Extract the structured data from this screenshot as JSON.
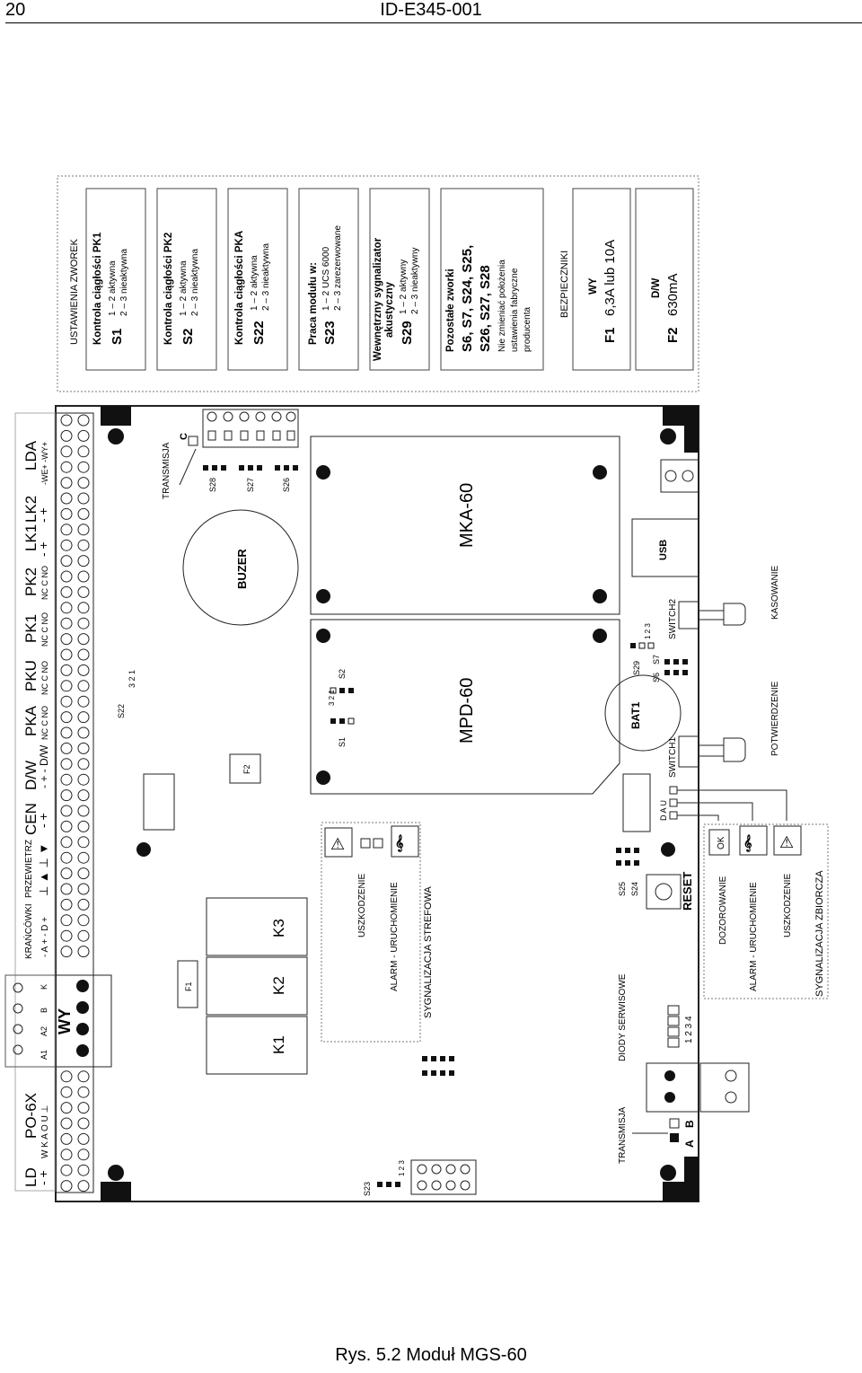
{
  "header": {
    "page_number": "20",
    "doc_id": "ID-E345-001"
  },
  "caption": "Rys. 5.2  Moduł MGS-60",
  "settings": {
    "title": "USTAWIENIA ZWOREK",
    "boxes": [
      {
        "heading": "Kontrola ciągłości PK1",
        "label": "S1",
        "l1": "1 – 2 aktywna",
        "l2": "2 – 3 nieaktywna"
      },
      {
        "heading": "Kontrola ciągłości PK2",
        "label": "S2",
        "l1": "1 – 2 aktywna",
        "l2": "2 – 3 nieaktywna"
      },
      {
        "heading": "Kontrola ciągłości PKA",
        "label": "S22",
        "l1": "1 – 2 aktywna",
        "l2": "2 – 3 nieaktywna"
      },
      {
        "heading": "Praca modułu w:",
        "label": "S23",
        "l1": "1 – 2 UCS 6000",
        "l2": "2 – 3 zarezerwowane"
      },
      {
        "heading": "Wewnętrzny sygnalizator",
        "heading2": "akustyczny",
        "label": "S29",
        "l1": "1 – 2 aktywny",
        "l2": "2 – 3 nieaktywny"
      },
      {
        "heading": "Pozostałe zworki",
        "label": "S6, S7, S24, S25,",
        "label2": "S26, S27, S28",
        "l1": "Nie zmieniać położenia",
        "l2": "ustawienia fabryczne",
        "l3": "producenta"
      }
    ],
    "fuses_title": "BEZPIECZNIKI",
    "fuses": [
      {
        "heading": "WY",
        "label": "F1",
        "value": "6,3A lub 10A"
      },
      {
        "heading": "D/W",
        "label": "F2",
        "value": "630mA"
      }
    ]
  },
  "board": {
    "terminal_groups": [
      "LD",
      "PO-6X",
      "KRAŃCÓWKI",
      "PRZEWIETRZ",
      "CEN",
      "D/W",
      "PKA",
      "PKU",
      "PK1",
      "PK2",
      "LK1",
      "LK2",
      "LDA"
    ],
    "pin_labels": {
      "ld": "- +",
      "po6x": "W K A O U ⊥",
      "krancowki": "- A +  - D +",
      "przewietrz": "⊥ ▲ ⊥ ▼",
      "cen": "- +",
      "dw": "- + - D/W",
      "pka": "NC C NO",
      "pku": "NC C NO",
      "pk1": "NC C NO",
      "pk2": "NC C NO",
      "lk1": "- +",
      "lk2": "- +",
      "lda": "-WE+ -WY+"
    },
    "wy": "WY",
    "wy_pins": [
      "A1",
      "A2",
      "B",
      "K"
    ],
    "relays": [
      "K1",
      "K2",
      "K3"
    ],
    "fuse_labels": [
      "F1",
      "F2"
    ],
    "buzer": "BUZER",
    "mka": "MKA-60",
    "mpd": "MPD-60",
    "bat": "BAT1",
    "usb": "USB",
    "reset": "RESET",
    "switch1": "SWITCH1",
    "switch2": "SWITCH2",
    "transmisja": "TRANSMISJA",
    "transmisja_c": "C",
    "transmisja_ab": [
      "A",
      "B"
    ],
    "diody": "DIODY SERWISOWE",
    "diody_nums": "1 2 3 4",
    "dau": "D A U",
    "jumpers": [
      "S1",
      "S2",
      "S6",
      "S7",
      "S22",
      "S23",
      "S24",
      "S25",
      "S26",
      "S27",
      "S28",
      "S29"
    ],
    "pins_123": "1 2 3",
    "pins_321": "3 2 1",
    "zone_legend": [
      "USZKODZENIE",
      "ALARM - URUCHOMIENIE",
      "SYGNALIZACJA STREFOWA"
    ],
    "summary_legend": [
      "DOZOROWANIE",
      "ALARM - URUCHOMIENIE",
      "USZKODZENIE",
      "SYGNALIZACJA ZBIORCZA"
    ],
    "ok": "OK",
    "potwierdzenie": "POTWIERDZENIE",
    "kasowanie": "KASOWANIE"
  }
}
